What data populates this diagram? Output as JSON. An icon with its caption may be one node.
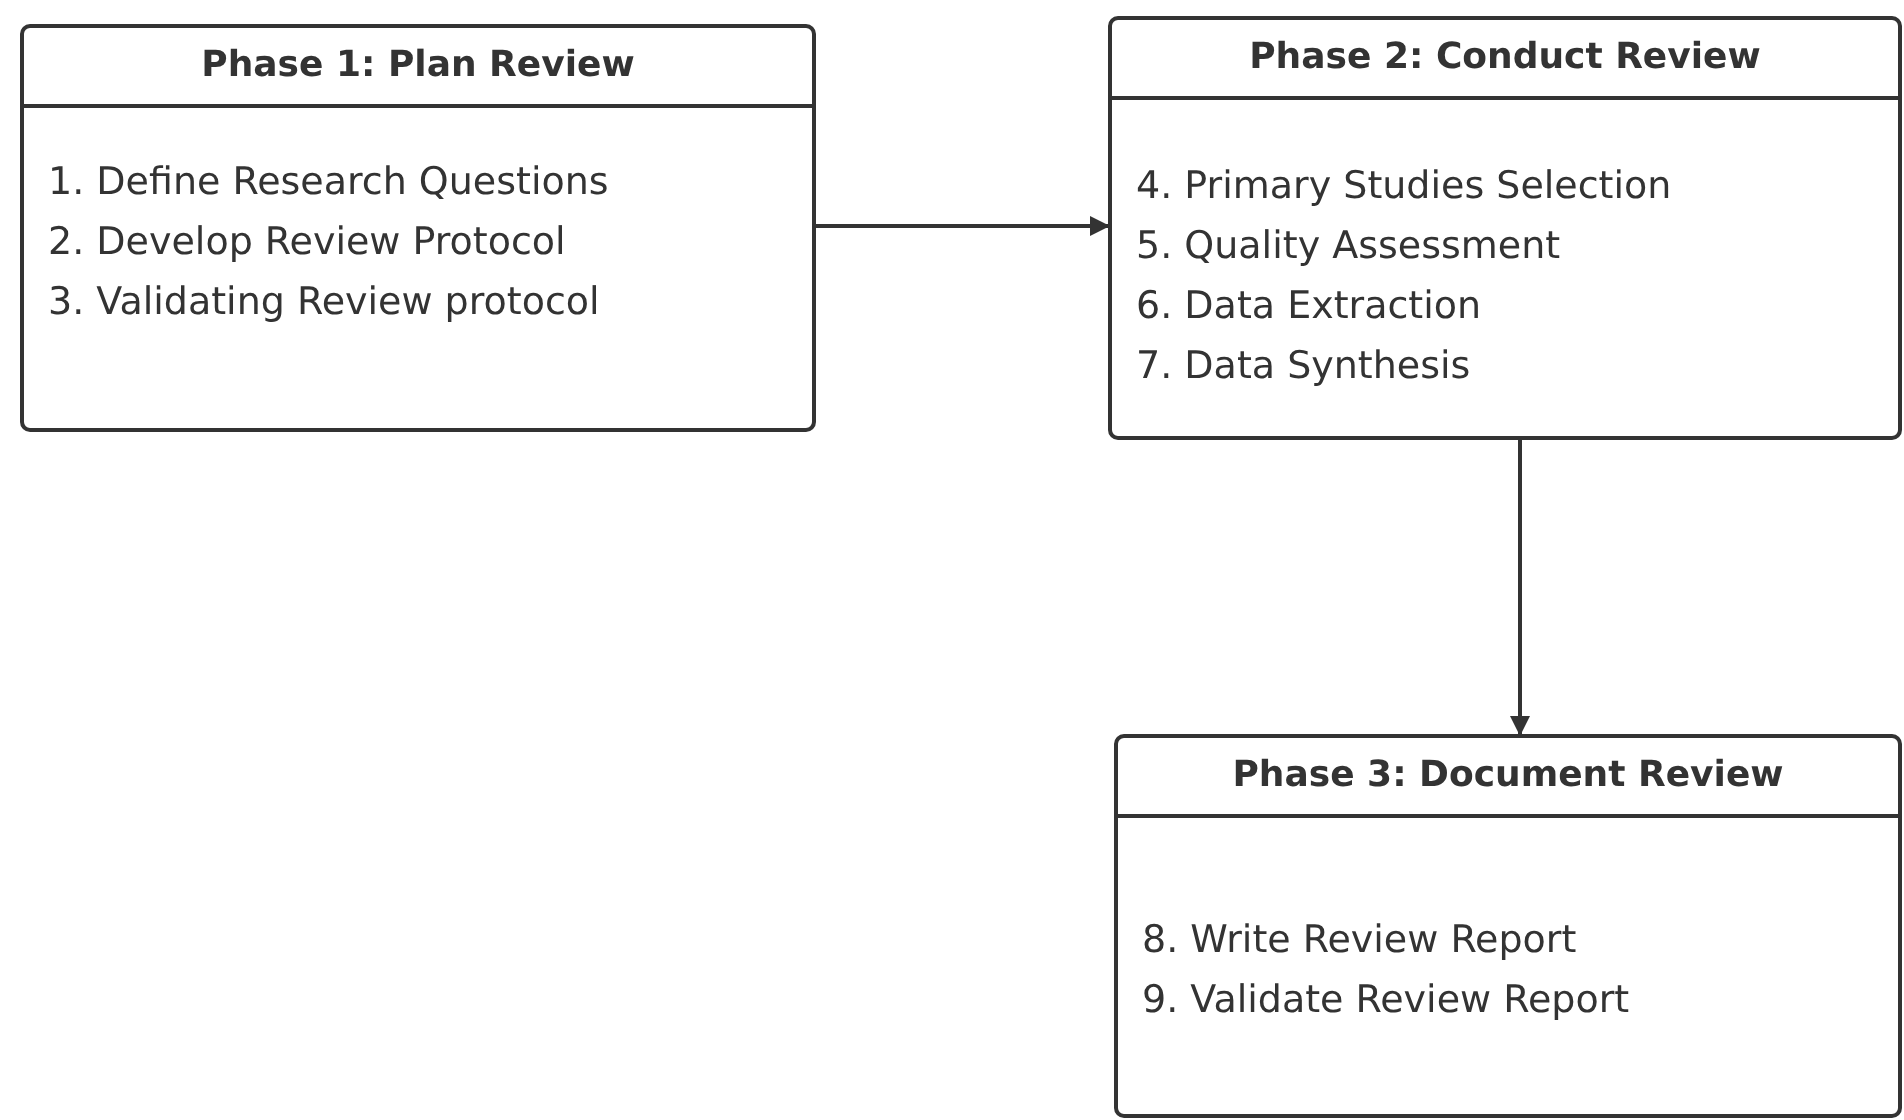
{
  "diagram": {
    "nodes": [
      {
        "text": [
          "Phase 1: Plan Review",
          "1. Define Research Questions",
          "2. Develop Review Protocol",
          "3. Validating Review protocol"
        ]
      },
      {
        "text": [
          "Phase 2: Conduct Review",
          "4. Primary Studies Selection",
          "5. Quality Assessment",
          "6. Data Extraction",
          "7. Data Synthesis"
        ]
      },
      {
        "text": [
          "Phase 3: Document Review",
          "8. Write Review Report",
          "9. Validate Review Report"
        ]
      }
    ],
    "edges": [
      {
        "from": 0,
        "to": 1,
        "arrow": "to"
      },
      {
        "from": 1,
        "to": 2,
        "arrow": "to"
      }
    ]
  }
}
